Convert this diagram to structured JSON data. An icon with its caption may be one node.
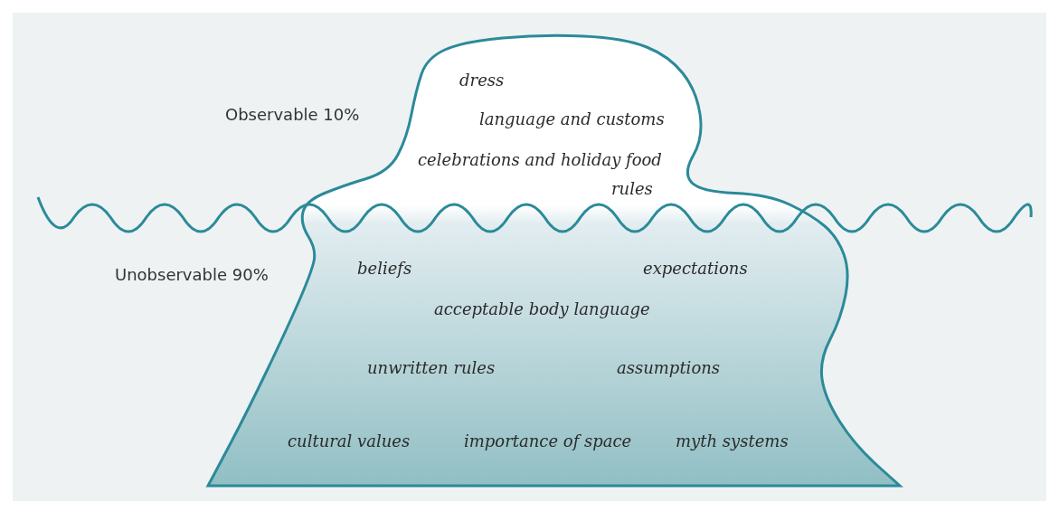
{
  "diagram": {
    "nodes": [
      {
        "text": [
          "dress",
          "language and customs",
          "celebrations and holiday food",
          "rules",
          "beliefs",
          "expectations",
          "acceptable body language",
          "unwritten rules",
          "assumptions",
          "cultural values",
          "importance of space",
          "myth systems"
        ]
      }
    ],
    "labels": [
      "Observable 10%",
      "Unobservable 90%"
    ]
  }
}
